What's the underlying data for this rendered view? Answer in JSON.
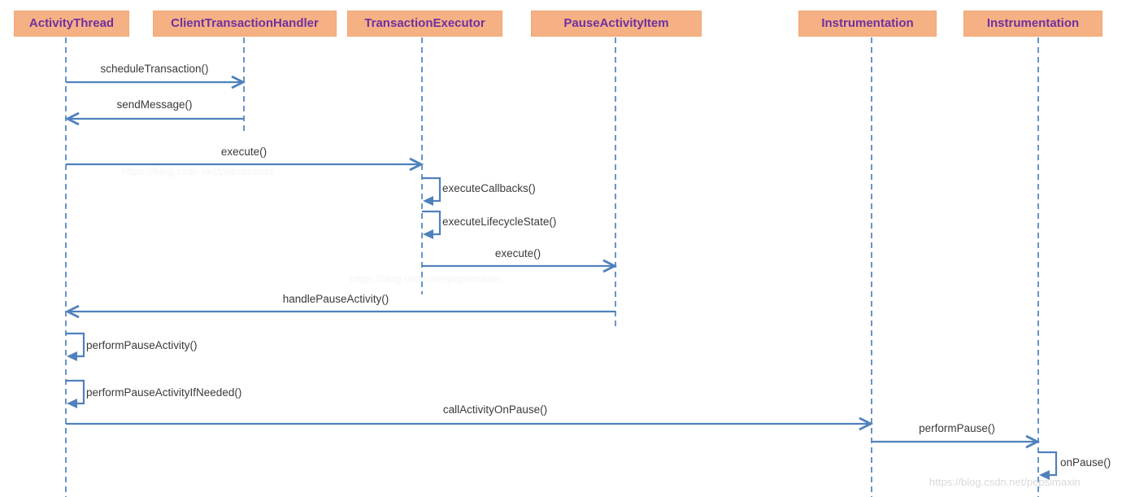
{
  "diagram": {
    "type": "uml-sequence",
    "participants": [
      {
        "label": "ActivityThread"
      },
      {
        "label": "ClientTransactionHandler"
      },
      {
        "label": "TransactionExecutor"
      },
      {
        "label": "PauseActivityItem"
      },
      {
        "label": "Instrumentation"
      },
      {
        "label": "Instrumentation"
      }
    ],
    "messages": [
      {
        "label": "scheduleTransaction()",
        "from": "ActivityThread",
        "to": "ClientTransactionHandler",
        "kind": "arrow-right"
      },
      {
        "label": "sendMessage()",
        "from": "ClientTransactionHandler",
        "to": "ActivityThread",
        "kind": "arrow-left"
      },
      {
        "label": "execute()",
        "from": "ActivityThread",
        "to": "TransactionExecutor",
        "kind": "arrow-right"
      },
      {
        "label": "executeCallbacks()",
        "from": "TransactionExecutor",
        "to": "TransactionExecutor",
        "kind": "self-call"
      },
      {
        "label": "executeLifecycleState()",
        "from": "TransactionExecutor",
        "to": "TransactionExecutor",
        "kind": "self-call"
      },
      {
        "label": "execute()",
        "from": "TransactionExecutor",
        "to": "PauseActivityItem",
        "kind": "arrow-right"
      },
      {
        "label": "handlePauseActivity()",
        "from": "PauseActivityItem",
        "to": "ActivityThread",
        "kind": "arrow-left"
      },
      {
        "label": "performPauseActivity()",
        "from": "ActivityThread",
        "to": "ActivityThread",
        "kind": "self-call"
      },
      {
        "label": "performPauseActivityIfNeeded()",
        "from": "ActivityThread",
        "to": "ActivityThread",
        "kind": "self-call"
      },
      {
        "label": "callActivityOnPause()",
        "from": "ActivityThread",
        "to": "Instrumentation",
        "kind": "arrow-right"
      },
      {
        "label": "performPause()",
        "from": "Instrumentation",
        "to": "Instrumentation",
        "kind": "arrow-right"
      },
      {
        "label": "onPause()",
        "from": "Instrumentation",
        "to": "Instrumentation",
        "kind": "self-call"
      }
    ],
    "watermark": {
      "text": "https://blog.csdn.net/pepsimaxin"
    },
    "colors": {
      "participant_fill": "#f5b183",
      "participant_border": "#efa873",
      "participant_text": "#7030a0",
      "line": "#4f81bd",
      "label_text": "#3a3a3a",
      "watermark_text": "#dadada"
    }
  }
}
